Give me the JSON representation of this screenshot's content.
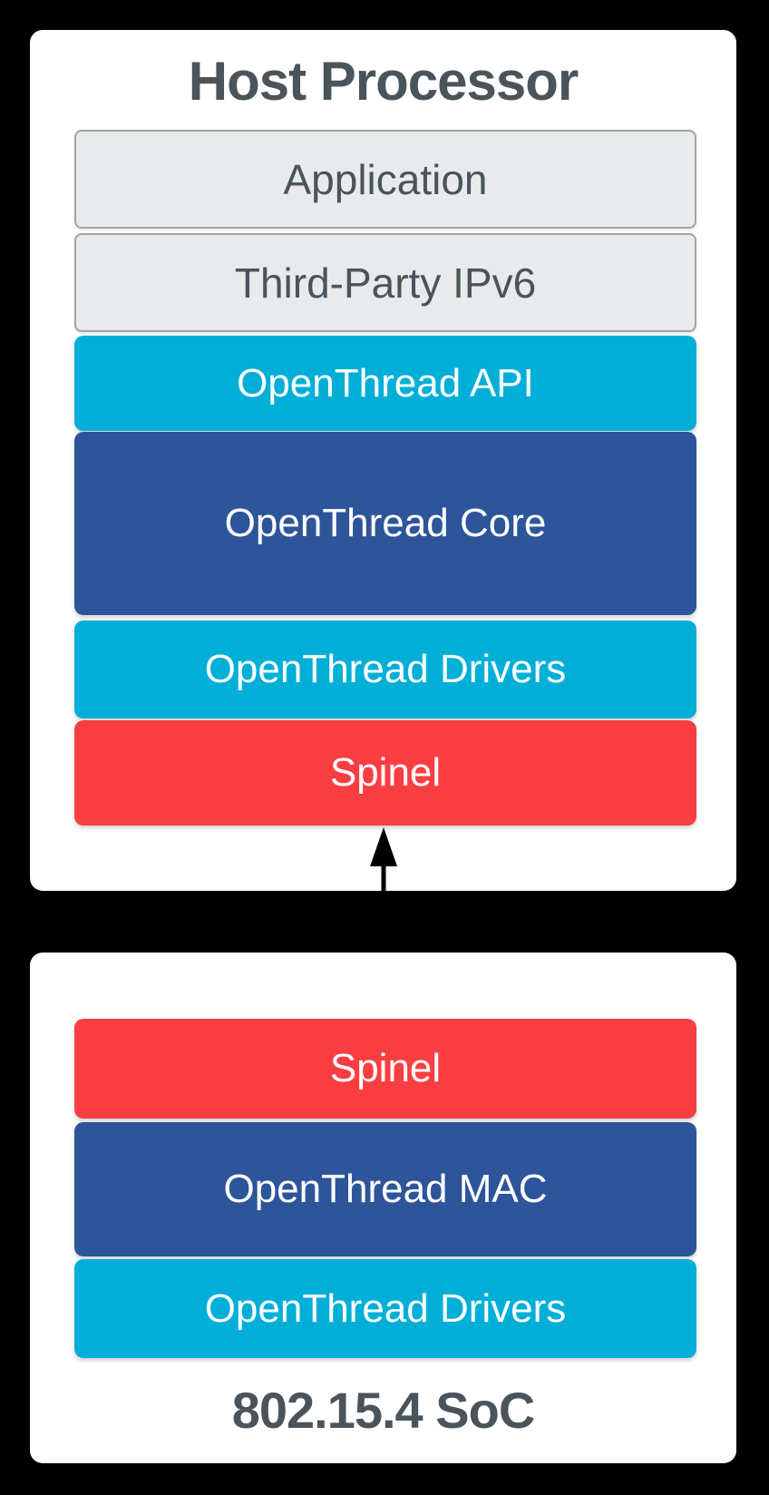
{
  "colors": {
    "background": "#000000",
    "card": "#ffffff",
    "gray_fill": "#e9eaeb",
    "gray_border": "#a1a5a7",
    "cyan": "#00afd8",
    "blue": "#2e5599",
    "red": "#f93e42",
    "heading_text": "#4a545b",
    "white_text": "#ffffff",
    "arrow": "#000000"
  },
  "host_processor": {
    "title": "Host Processor",
    "layers": [
      {
        "label": "Application",
        "style": "gray"
      },
      {
        "label": "Third-Party IPv6",
        "style": "gray"
      },
      {
        "label": "OpenThread API",
        "style": "cyan"
      },
      {
        "label": "OpenThread Core",
        "style": "blue"
      },
      {
        "label": "OpenThread Drivers",
        "style": "cyan"
      },
      {
        "label": "Spinel",
        "style": "red"
      }
    ]
  },
  "connector": {
    "type": "vertical-double-headed-arrow",
    "connects": [
      "Spinel (Host Processor)",
      "Spinel (802.15.4 SoC)"
    ]
  },
  "soc": {
    "title": "802.15.4 SoC",
    "layers": [
      {
        "label": "Spinel",
        "style": "red"
      },
      {
        "label": "OpenThread MAC",
        "style": "blue"
      },
      {
        "label": "OpenThread Drivers",
        "style": "cyan"
      }
    ]
  }
}
